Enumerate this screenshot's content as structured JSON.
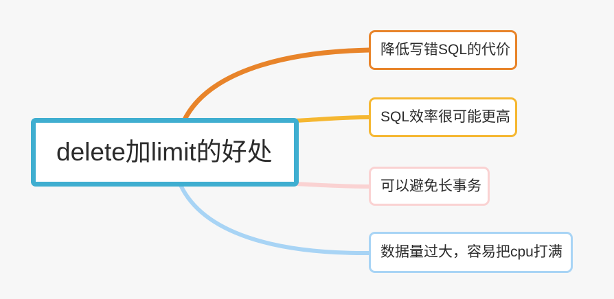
{
  "diagram": {
    "type": "mind-map",
    "background_color": "#f7f7f7",
    "central": {
      "text": "delete加limit的好处",
      "border_color": "#3faed0",
      "fill_color": "#ffffff"
    },
    "branches": [
      {
        "text": "降低写错SQL的代价",
        "border_color": "#e8842a",
        "connector_color": "#e8842a",
        "connector_name": "connector-curve-orange"
      },
      {
        "text": "SQL效率很可能更高",
        "border_color": "#f5b731",
        "connector_color": "#f5b731",
        "connector_name": "connector-line-yellow"
      },
      {
        "text": "可以避免长事务",
        "border_color": "#fad2d2",
        "connector_color": "#fad2d2",
        "connector_name": "connector-line-pink"
      },
      {
        "text": "数据量过大，容易把cpu打满",
        "border_color": "#a8d4f5",
        "connector_color": "#a8d4f5",
        "connector_name": "connector-curve-blue"
      }
    ]
  }
}
